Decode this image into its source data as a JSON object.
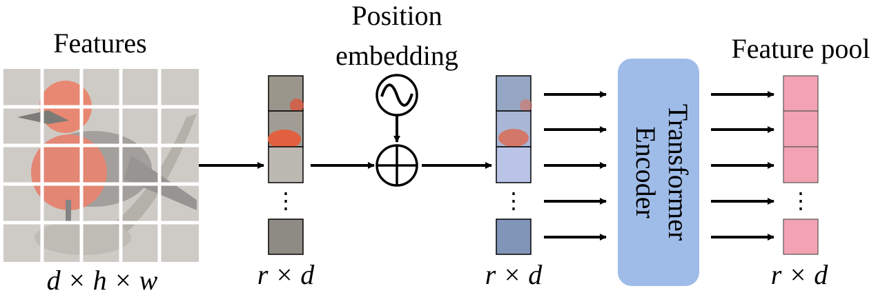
{
  "features": {
    "title": "Features",
    "dims": "d × h × w"
  },
  "position_embedding": {
    "line1": "Position",
    "line2": "embedding"
  },
  "column1": {
    "dims": "r × d",
    "ellipsis": "⋮"
  },
  "column2": {
    "dims": "r × d",
    "ellipsis": "⋮"
  },
  "encoder": {
    "line1": "Transformer",
    "line2": "Encoder"
  },
  "feature_pool": {
    "title": "Feature pool",
    "dims": "r × d",
    "ellipsis": "⋮"
  },
  "colors": {
    "encoder_fill": "#9fbce9",
    "pool_fill": "#f2a2b3",
    "bird_red": "#d9583f",
    "background_gray": "#b9b5ad"
  },
  "icons": {
    "wave": "sine-wave-icon",
    "plus": "circled-plus-icon"
  }
}
